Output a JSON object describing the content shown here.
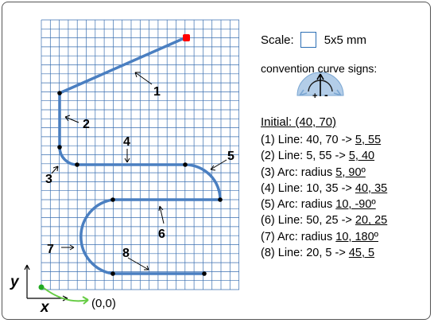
{
  "colors": {
    "grid": "#3a6fb0",
    "path": "#4a7fc1",
    "endpoint": "#ff0000",
    "origin": "#22aa22",
    "origin_arrow": "#66cc44"
  },
  "axes": {
    "y_label": "y",
    "x_label": "x",
    "origin_label": "(0,0)"
  },
  "path_labels": [
    "1",
    "2",
    "3",
    "4",
    "5",
    "6",
    "7",
    "8"
  ],
  "scale": {
    "label": "Scale:",
    "value": "5x5 mm"
  },
  "convention": {
    "label": "convention curve signs:",
    "plus": "+",
    "minus": "-"
  },
  "initial": "Initial: (40, 70)",
  "steps": [
    {
      "prefix": "(1) Line: 40, 70 -> ",
      "result": "5, 55"
    },
    {
      "prefix": "(2) Line: 5, 55 -> ",
      "result": "5, 40"
    },
    {
      "prefix": "(3) Arc: radius ",
      "result": "5, 90º"
    },
    {
      "prefix": "(4)  Line:  10, 35 -> ",
      "result": "40, 35"
    },
    {
      "prefix": "(5)  Arc: radius ",
      "result": "10, -90º"
    },
    {
      "prefix": "(6)  Line: 50, 25 -> ",
      "result": "20, 25"
    },
    {
      "prefix": "(7)  Arc: radius ",
      "result": "10, 180º"
    },
    {
      "prefix": "(8)  Line: 20, 5 ->  ",
      "result": "45, 5"
    }
  ]
}
